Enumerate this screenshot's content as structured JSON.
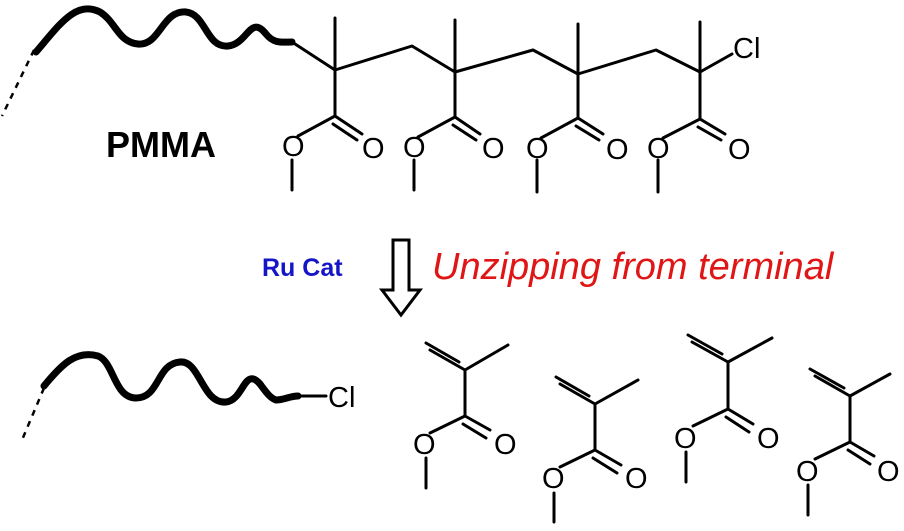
{
  "polymer": {
    "name": "PMMA"
  },
  "reaction": {
    "catalyst": "Ru Cat",
    "catalyst_color": "#1515c8",
    "description": "Unzipping from terminal",
    "description_color": "#e01515"
  },
  "atoms": {
    "chlorine": "Cl",
    "oxygen": "O"
  }
}
